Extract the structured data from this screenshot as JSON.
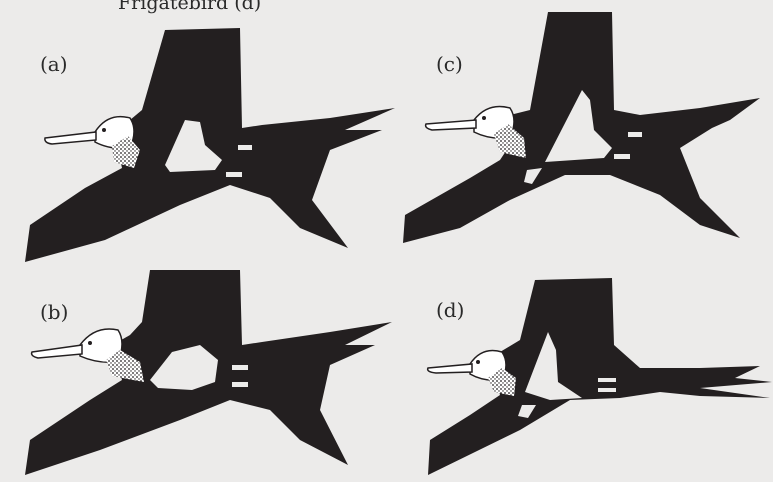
{
  "header": {
    "title": "Frigatebird (d)"
  },
  "panels": [
    {
      "id": "a",
      "label": "(a)"
    },
    {
      "id": "b",
      "label": "(b)"
    },
    {
      "id": "c",
      "label": "(c)"
    },
    {
      "id": "d",
      "label": "(d)"
    }
  ],
  "colors": {
    "background": "#ecebea",
    "bird": "#231f20",
    "head": "#ffffff",
    "text": "#2a2a2a"
  }
}
